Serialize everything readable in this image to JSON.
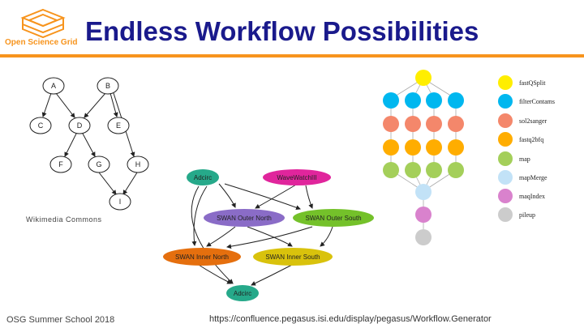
{
  "header": {
    "title": "Endless Workflow Possibilities",
    "logo_text": "Open Science Grid",
    "accent_color": "#f7941d",
    "title_color": "#1a1a8c"
  },
  "dag1": {
    "nodes": [
      "A",
      "B",
      "C",
      "D",
      "E",
      "F",
      "G",
      "H",
      "I"
    ],
    "credit": "Wikimedia Commons"
  },
  "dag2": {
    "nodes": [
      "Adcirc",
      "WaveWatchIII",
      "SWAN Outer North",
      "SWAN Outer South",
      "SWAN Inner North",
      "SWAN Inner South",
      "Adcirc"
    ],
    "colors": [
      "#26a98a",
      "#e0259c",
      "#8a6cc7",
      "#74c12a",
      "#e56f0e",
      "#d9c20c",
      "#26a98a"
    ]
  },
  "legend": {
    "items": [
      {
        "label": "fastQSplit",
        "color": "#ffee00"
      },
      {
        "label": "filterContams",
        "color": "#00b7ef"
      },
      {
        "label": "sol2sanger",
        "color": "#f4876b"
      },
      {
        "label": "fastq2bfq",
        "color": "#ffad00"
      },
      {
        "label": "map",
        "color": "#a4cf5a"
      },
      {
        "label": "mapMerge",
        "color": "#c2e2f7"
      },
      {
        "label": "maqIndex",
        "color": "#d982cd"
      },
      {
        "label": "pileup",
        "color": "#cccccc"
      }
    ]
  },
  "footer": {
    "left": "OSG Summer School 2018",
    "url": "https://confluence.pegasus.isi.edu/display/pegasus/Workflow.Generator"
  }
}
